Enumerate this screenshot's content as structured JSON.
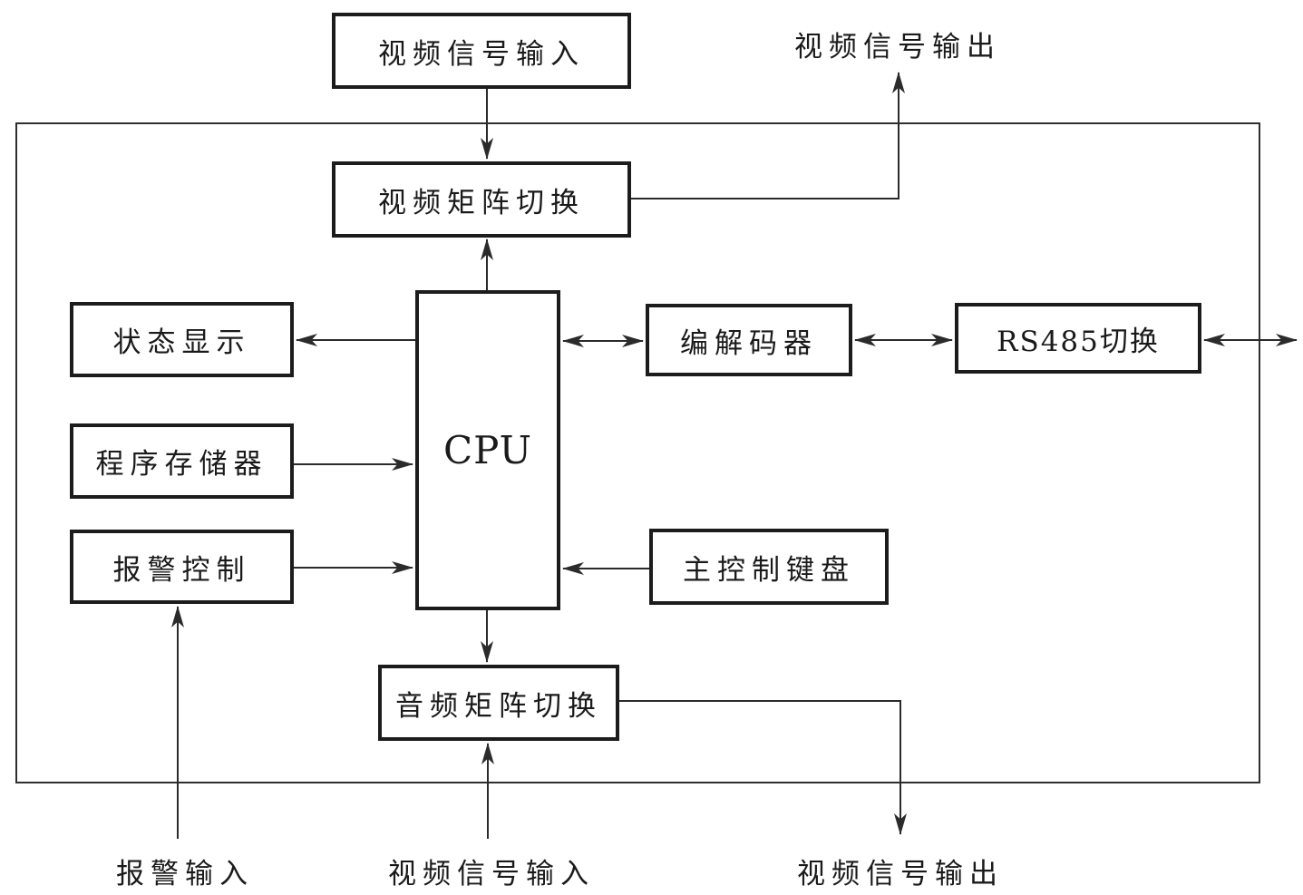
{
  "diagram": {
    "kind": "block-diagram",
    "nodes": {
      "video_signal_input_top": {
        "label": "视频信号输入"
      },
      "video_matrix_switch": {
        "label": "视频矩阵切换"
      },
      "status_display": {
        "label": "状态显示"
      },
      "program_memory": {
        "label": "程序存储器"
      },
      "alarm_control": {
        "label": "报警控制"
      },
      "cpu": {
        "label": "CPU"
      },
      "codec": {
        "label": "编解码器"
      },
      "rs485_switch": {
        "label": "RS485切换"
      },
      "main_control_keyboard": {
        "label": "主控制键盘"
      },
      "audio_matrix_switch": {
        "label": "音频矩阵切换"
      }
    },
    "external_labels": {
      "video_signal_output_top": "视频信号输出",
      "alarm_input_bottom": "报警输入",
      "video_signal_input_bottom": "视频信号输入",
      "video_signal_output_bottom": "视频信号输出"
    },
    "connections": [
      {
        "from": "video_signal_input_top",
        "to": "video_matrix_switch",
        "type": "arrow"
      },
      {
        "from": "video_matrix_switch",
        "to": "video_signal_output_top",
        "type": "arrow"
      },
      {
        "from": "cpu",
        "to": "video_matrix_switch",
        "type": "arrow"
      },
      {
        "from": "cpu",
        "to": "status_display",
        "type": "arrow"
      },
      {
        "from": "program_memory",
        "to": "cpu",
        "type": "arrow"
      },
      {
        "from": "alarm_control",
        "to": "cpu",
        "type": "arrow"
      },
      {
        "from": "cpu",
        "to": "codec",
        "type": "double-arrow"
      },
      {
        "from": "codec",
        "to": "rs485_switch",
        "type": "double-arrow"
      },
      {
        "from": "rs485_switch",
        "to": "external-right",
        "type": "double-arrow"
      },
      {
        "from": "main_control_keyboard",
        "to": "cpu",
        "type": "arrow"
      },
      {
        "from": "cpu",
        "to": "audio_matrix_switch",
        "type": "arrow"
      },
      {
        "from": "audio_matrix_switch",
        "to": "video_signal_output_bottom",
        "type": "arrow"
      },
      {
        "from": "video_signal_input_bottom",
        "to": "audio_matrix_switch",
        "type": "arrow"
      },
      {
        "from": "alarm_input_bottom",
        "to": "alarm_control",
        "type": "arrow"
      }
    ],
    "colors": {
      "background": "#ffffff",
      "box_border": "#1c1c1c",
      "line": "#2b2b2b",
      "text": "#1a1a1a"
    }
  }
}
